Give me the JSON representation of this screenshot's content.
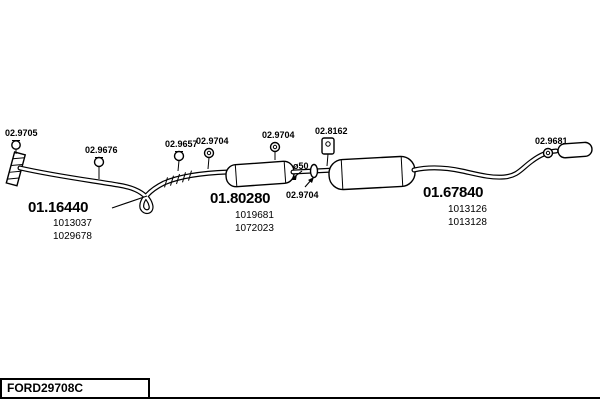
{
  "diagram": {
    "clamp_labels": {
      "l9705": "02.9705",
      "l9676": "02.9676",
      "l9657": "02.9657",
      "l9704_1": "02.9704",
      "l9704_2": "02.9704",
      "l8162": "02.8162",
      "l9681": "02.9681",
      "l9704_3": "02.9704",
      "diameter": "ø50"
    },
    "parts": {
      "front_pipe": {
        "code": "01.16440",
        "ref1": "1013037",
        "ref2": "1029678"
      },
      "center_muffler": {
        "code": "01.80280",
        "ref1": "1019681",
        "ref2": "1072023"
      },
      "rear_muffler": {
        "code": "01.67840",
        "ref1": "1013126",
        "ref2": "1013128"
      }
    }
  },
  "footer": {
    "code": "FORD29708C"
  }
}
